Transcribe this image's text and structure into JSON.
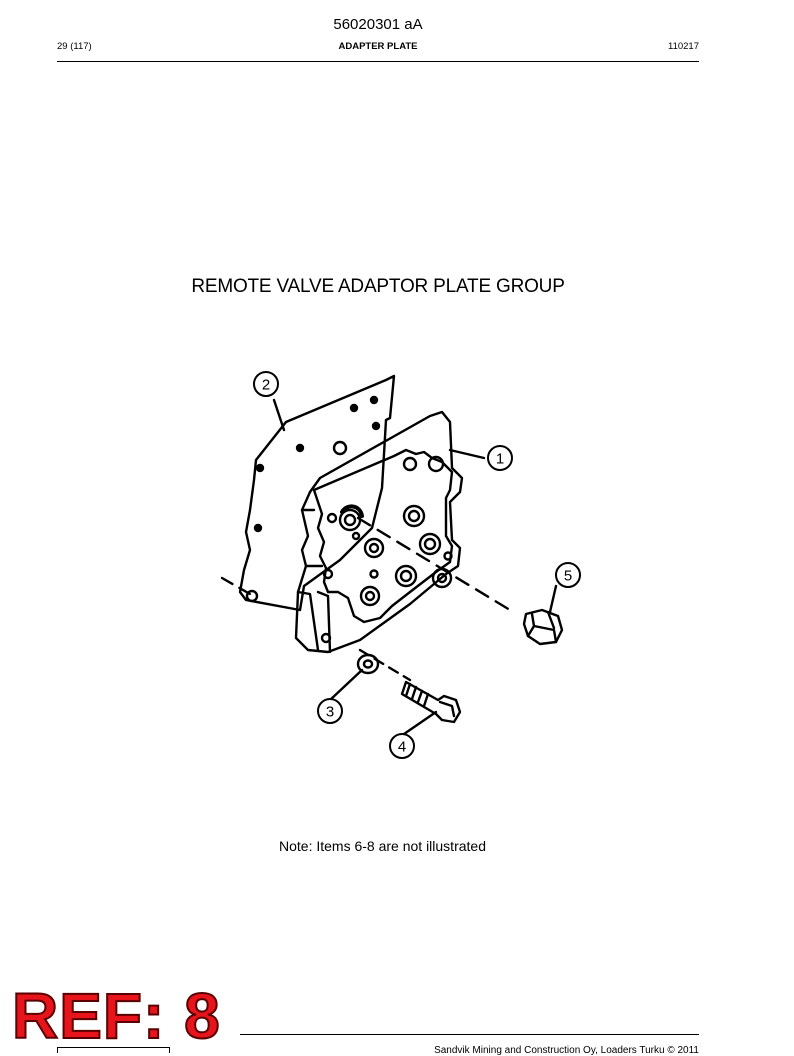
{
  "header": {
    "doc_number": "56020301 aA",
    "page": "29 (117)",
    "section": "ADAPTER PLATE",
    "code": "110217"
  },
  "figure": {
    "title": "REMOTE VALVE ADAPTOR PLATE GROUP",
    "callouts": [
      "1",
      "2",
      "3",
      "4",
      "5"
    ],
    "note": "Note: Items 6-8 are not illustrated"
  },
  "stamp": {
    "text": "REF: 8",
    "color": "#e8141b"
  },
  "footer": {
    "copyright": "Sandvik Mining and Construction Oy, Loaders Turku © 2011"
  }
}
